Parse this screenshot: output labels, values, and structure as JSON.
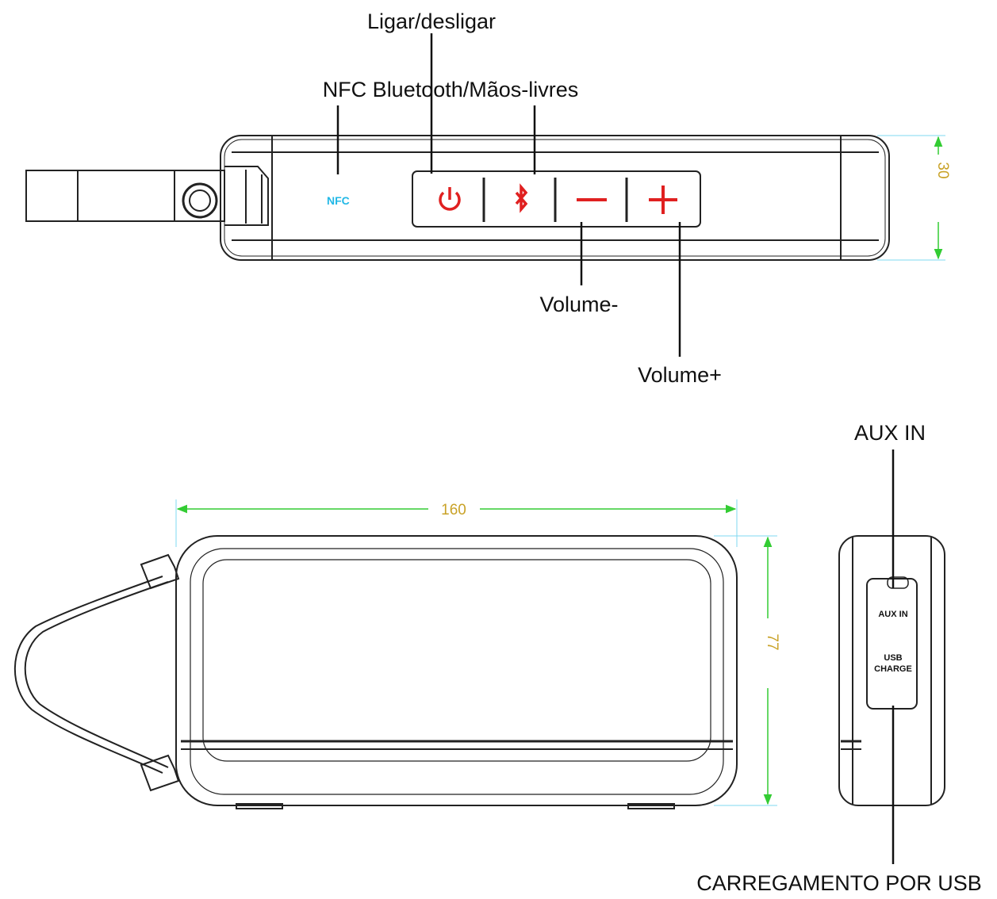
{
  "labels": {
    "power": "Ligar/desligar",
    "nfc_bluetooth": "NFC Bluetooth/Mãos-livres",
    "volume_minus": "Volume-",
    "volume_plus": "Volume+",
    "aux_in": "AUX IN",
    "usb_charge": "CARREGAMENTO POR USB"
  },
  "device_marks": {
    "nfc": "NFC",
    "aux_port": "AUX IN",
    "usb_port_line1": "USB",
    "usb_port_line2": "CHARGE"
  },
  "dimensions": {
    "depth": "30",
    "width": "160",
    "height": "77"
  },
  "buttons": [
    {
      "name": "power",
      "icon": "power-icon",
      "color": "#e02020"
    },
    {
      "name": "bluetooth",
      "icon": "bluetooth-icon",
      "color": "#e02020"
    },
    {
      "name": "volume-down",
      "icon": "minus-icon",
      "color": "#e02020"
    },
    {
      "name": "volume-up",
      "icon": "plus-icon",
      "color": "#e02020"
    }
  ],
  "colors": {
    "outline": "#222222",
    "button_icon": "#e02020",
    "nfc": "#22b8e6",
    "dimension_line": "#33cc33",
    "dimension_text": "#c9a227",
    "extension_line": "#7fd8f0"
  }
}
